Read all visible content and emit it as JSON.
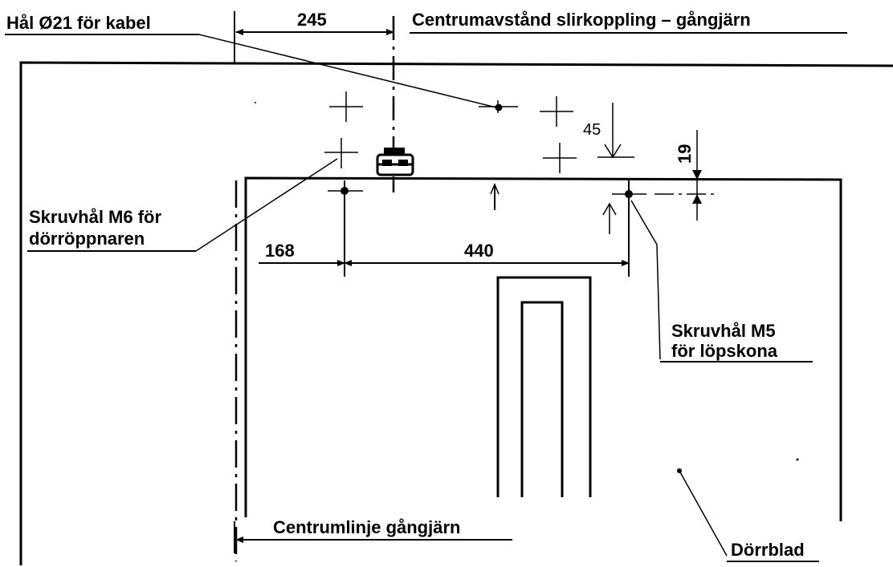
{
  "labels": {
    "cable_hole": "Hål Ø21 för kabel",
    "center_distance": "Centrumavstånd slirkoppling – gångjärn",
    "screw_m6_line1": "Skruvhål M6 för",
    "screw_m6_line2": "dörröppnaren",
    "screw_m5_line1": "Skruvhål M5",
    "screw_m5_line2": "för löpskona",
    "hinge_centerline": "Centrumlinje gångjärn",
    "door_leaf": "Dörrblad"
  },
  "dimensions": {
    "d245": "245",
    "d45": "45",
    "d19": "19",
    "d168": "168",
    "d440": "440"
  }
}
